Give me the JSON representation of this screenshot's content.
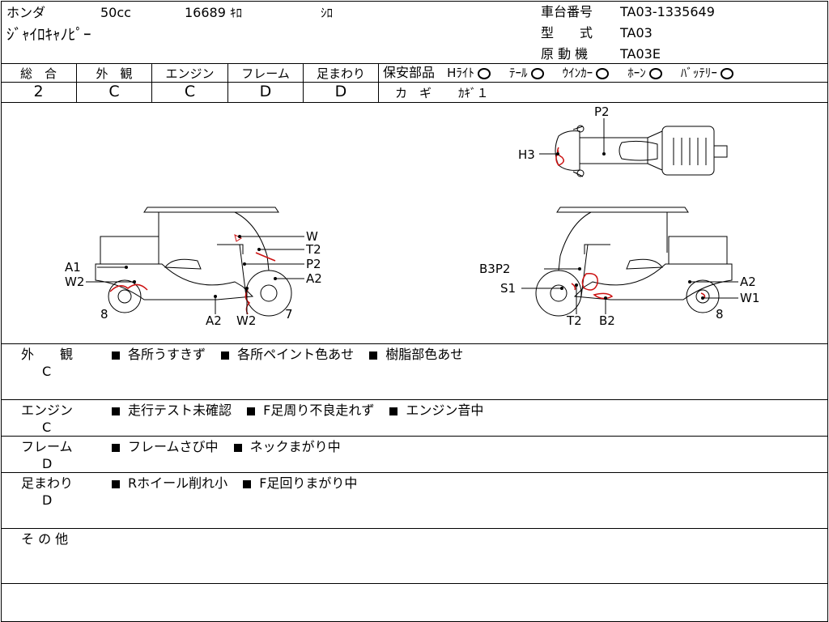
{
  "header": {
    "maker": "ホンダ",
    "displacement": "50cc",
    "mileage": "16689",
    "mileage_unit": "ｷﾛ",
    "color": "ｼﾛ",
    "model_name": "ｼﾞｬｲﾛｷｬﾉﾋﾟｰ",
    "frame_no_label": "車台番号",
    "frame_no": "TA03-1335649",
    "type_label": "型　　式",
    "type": "TA03",
    "engine_label": "原 動 機",
    "engine": "TA03E"
  },
  "grades": {
    "overall_label": "総　合",
    "overall": "2",
    "exterior_label": "外　観",
    "exterior": "C",
    "engine_label": "エンジン",
    "engine": "C",
    "frame_label": "フレーム",
    "frame": "D",
    "suspension_label": "足まわり",
    "suspension": "D"
  },
  "safety": {
    "label": "保安部品",
    "items": [
      "Hﾗｲﾄ",
      "ﾃｰﾙ",
      "ｳｲﾝｶｰ",
      "ﾎｰﾝ",
      "ﾊﾞｯﾃﾘｰ"
    ],
    "key_label": "カ　ギ",
    "key_value": "ｶｷﾞ１"
  },
  "diagram": {
    "top_labels": [
      "P2",
      "H3"
    ],
    "left_labels": [
      "W",
      "T2",
      "A1",
      "P2",
      "W2",
      "A2",
      "8",
      "7",
      "A2",
      "W2"
    ],
    "right_labels": [
      "B3P2",
      "S1",
      "A2",
      "W1",
      "8",
      "T2",
      "B2"
    ]
  },
  "remarks": [
    {
      "label": "外　　観",
      "grade": "C",
      "items": [
        "各所うすきず",
        "各所ペイント色あせ",
        "樹脂部色あせ"
      ]
    },
    {
      "label": "エンジン",
      "grade": "C",
      "items": [
        "走行テスト未確認",
        "F足周り不良走れず",
        "エンジン音中"
      ]
    },
    {
      "label": "フレーム",
      "grade": "D",
      "items": [
        "フレームさび中",
        "ネックまがり中"
      ]
    },
    {
      "label": "足まわり",
      "grade": "D",
      "items": [
        "Rホイール削れ小",
        "F足回りまがり中"
      ]
    },
    {
      "label": "そ の 他",
      "grade": "",
      "items": []
    }
  ],
  "colors": {
    "damage_mark": "#cc1111",
    "line": "#000000"
  }
}
